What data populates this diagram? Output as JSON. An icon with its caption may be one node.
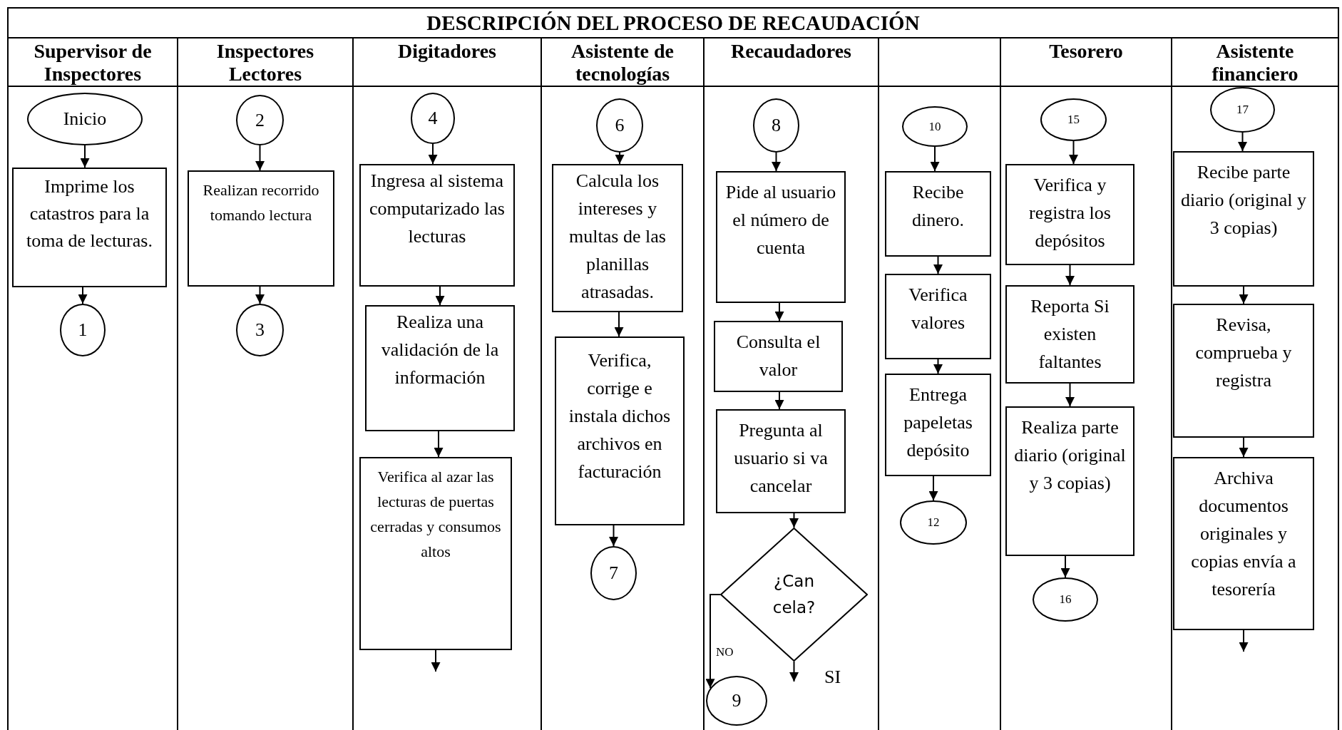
{
  "diagram": {
    "title": "DESCRIPCIÓN DEL PROCESO DE RECAUDACIÓN",
    "nodes": [
      {
        "text": [
          "Supervisor de Inspectores"
        ]
      },
      {
        "text": [
          "Inicio"
        ],
        "in": 0
      },
      {
        "text": [
          "Imprime los catastros para la toma de lecturas."
        ],
        "in": 0
      },
      {
        "text": [
          "1"
        ],
        "in": 0
      },
      {
        "text": [
          "Inspectores Lectores"
        ]
      },
      {
        "text": [
          "2"
        ],
        "in": 4
      },
      {
        "text": [
          "Realizan recorrido tomando lectura"
        ],
        "in": 4
      },
      {
        "text": [
          "3"
        ],
        "in": 4
      },
      {
        "text": [
          "Digitadores"
        ]
      },
      {
        "text": [
          "4"
        ],
        "in": 8
      },
      {
        "text": [
          "Ingresa al sistema computarizado las lecturas"
        ],
        "in": 8
      },
      {
        "text": [
          "Realiza una validación de la información"
        ],
        "in": 8
      },
      {
        "text": [
          "Verifica al azar las lecturas de puertas cerradas y consumos altos"
        ],
        "in": 8
      },
      {
        "text": [
          "Asistente de tecnologías"
        ]
      },
      {
        "text": [
          "6"
        ],
        "in": 13
      },
      {
        "text": [
          "Calcula los intereses y multas de las planillas atrasadas."
        ],
        "in": 13
      },
      {
        "text": [
          "Verifica, corrige e instala dichos archivos en facturación"
        ],
        "in": 13
      },
      {
        "text": [
          "7"
        ],
        "in": 13
      },
      {
        "text": [
          "Recaudadores"
        ]
      },
      {
        "text": [
          "8"
        ],
        "in": 18
      },
      {
        "text": [
          "Pide al usuario el número de cuenta"
        ],
        "in": 18
      },
      {
        "text": [
          "Consulta el valor"
        ],
        "in": 18
      },
      {
        "text": [
          "Pregunta al usuario si va cancelar"
        ],
        "in": 18
      },
      {
        "text": [
          "¿Can cela?"
        ],
        "in": 18
      },
      {
        "text": [
          "9"
        ],
        "in": 18
      },
      {
        "text": [],
        "shape": "box"
      },
      {
        "text": [
          "10"
        ],
        "in": 25
      },
      {
        "text": [
          "Recibe dinero."
        ],
        "in": 25
      },
      {
        "text": [
          "Verifica valores"
        ],
        "in": 25
      },
      {
        "text": [
          "Entrega papeletas depósito"
        ],
        "in": 25
      },
      {
        "text": [
          "12"
        ],
        "in": 25
      },
      {
        "text": [
          "Tesorero"
        ]
      },
      {
        "text": [
          "15"
        ],
        "in": 31
      },
      {
        "text": [
          "Verifica y registra los depósitos"
        ],
        "in": 31
      },
      {
        "text": [
          "Reporta Si existen faltantes"
        ],
        "in": 31
      },
      {
        "text": [
          "Realiza parte diario (original y 3 copias)"
        ],
        "in": 31
      },
      {
        "text": [
          "16"
        ],
        "in": 31
      },
      {
        "text": [
          "Asistente financiero"
        ]
      },
      {
        "text": [
          "17"
        ],
        "in": 37
      },
      {
        "text": [
          "Recibe parte diario (original y 3 copias)"
        ],
        "in": 37
      },
      {
        "text": [
          "Revisa, comprueba y registra"
        ],
        "in": 37
      },
      {
        "text": [
          "Archiva documentos originales y copias envía a tesorería"
        ],
        "in": 37
      }
    ],
    "edges": [
      {
        "from": 1,
        "to": 2,
        "arrow": "to"
      },
      {
        "from": 2,
        "to": 3,
        "arrow": "to"
      },
      {
        "from": 5,
        "to": 6,
        "arrow": "to"
      },
      {
        "from": 6,
        "to": 7,
        "arrow": "to"
      },
      {
        "from": 9,
        "to": 10,
        "arrow": "to"
      },
      {
        "from": 10,
        "to": 11,
        "arrow": "to"
      },
      {
        "from": 11,
        "to": 12,
        "arrow": "to"
      },
      {
        "from": 12,
        "to": null,
        "arrow": "to"
      },
      {
        "from": 14,
        "to": 15,
        "arrow": "to"
      },
      {
        "from": 15,
        "to": 16,
        "arrow": "to"
      },
      {
        "from": 16,
        "to": 17,
        "arrow": "to"
      },
      {
        "from": 19,
        "to": 20,
        "arrow": "to"
      },
      {
        "from": 20,
        "to": 21,
        "arrow": "to"
      },
      {
        "from": 21,
        "to": 22,
        "arrow": "to"
      },
      {
        "from": 22,
        "to": 23,
        "arrow": "to"
      },
      {
        "from": 23,
        "to": 24,
        "arrow": "to",
        "label": "NO"
      },
      {
        "from": 23,
        "to": null,
        "arrow": "to",
        "label": "SI"
      },
      {
        "from": 26,
        "to": 27,
        "arrow": "to"
      },
      {
        "from": 27,
        "to": 28,
        "arrow": "to"
      },
      {
        "from": 28,
        "to": 29,
        "arrow": "to"
      },
      {
        "from": 29,
        "to": 30,
        "arrow": "to"
      },
      {
        "from": 32,
        "to": 33,
        "arrow": "to"
      },
      {
        "from": 33,
        "to": 34,
        "arrow": "to"
      },
      {
        "from": 34,
        "to": 35,
        "arrow": "to"
      },
      {
        "from": 35,
        "to": 36,
        "arrow": "to"
      },
      {
        "from": 38,
        "to": 39,
        "arrow": "to"
      },
      {
        "from": 39,
        "to": 40,
        "arrow": "to"
      },
      {
        "from": 40,
        "to": 41,
        "arrow": "to"
      },
      {
        "from": 41,
        "to": null,
        "arrow": "to"
      }
    ]
  }
}
